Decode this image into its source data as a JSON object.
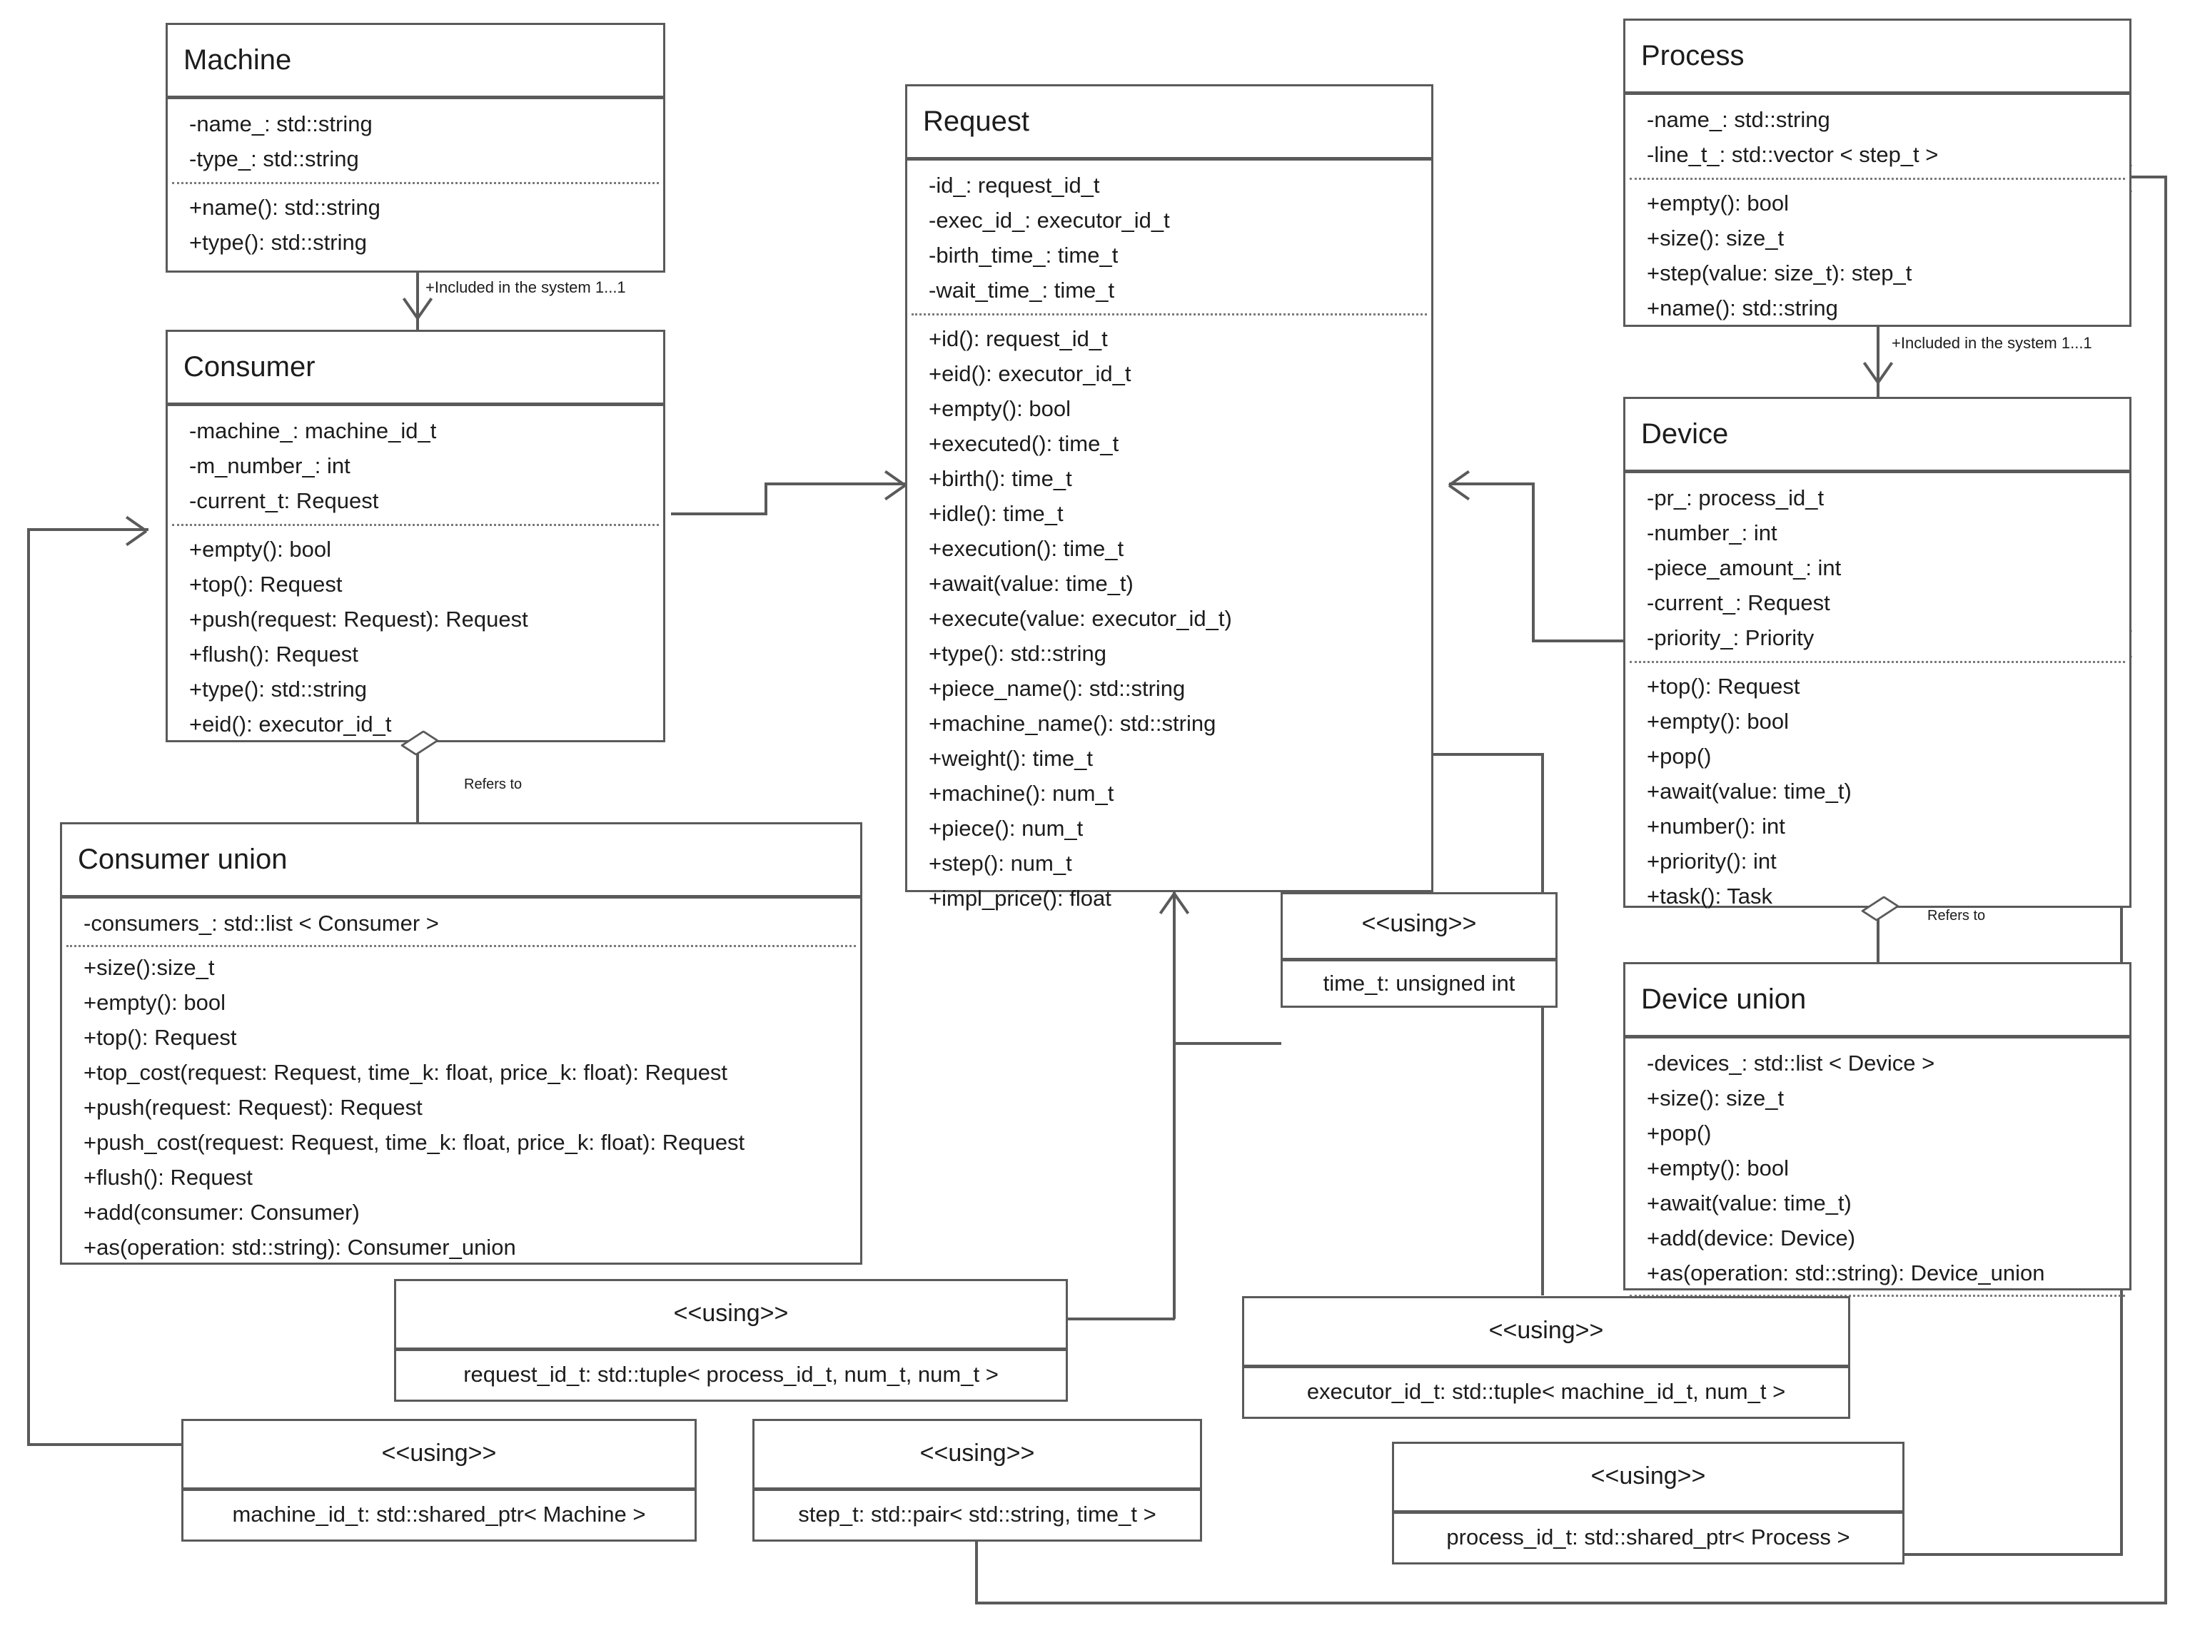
{
  "diagram": {
    "title": "UML Class Diagram",
    "stroke_color": "#5a5a5a",
    "text_color": "#1c1c1c",
    "background_color": "#ffffff"
  },
  "classes": {
    "machine": {
      "name": "Machine",
      "attributes": [
        "-name_: std::string",
        "-type_: std::string"
      ],
      "operations": [
        "+name(): std::string",
        "+type(): std::string"
      ]
    },
    "consumer": {
      "name": "Consumer",
      "attributes": [
        "-machine_: machine_id_t",
        "-m_number_: int",
        "-current_t: Request"
      ],
      "operations": [
        "+empty(): bool",
        "+top(): Request",
        "+push(request: Request): Request",
        "+flush(): Request",
        "+type(): std::string",
        "+eid(): executor_id_t"
      ]
    },
    "request": {
      "name": "Request",
      "attributes": [
        "-id_: request_id_t",
        "-exec_id_: executor_id_t",
        "-birth_time_: time_t",
        "-wait_time_: time_t"
      ],
      "operations": [
        "+id(): request_id_t",
        "+eid(): executor_id_t",
        "+empty(): bool",
        "+executed(): time_t",
        "+birth(): time_t",
        "+idle(): time_t",
        "+execution(): time_t",
        "+await(value: time_t)",
        "+execute(value: executor_id_t)",
        "+type(): std::string",
        "+piece_name(): std::string",
        "+machine_name(): std::string",
        "+weight(): time_t",
        "+machine(): num_t",
        "+piece(): num_t",
        "+step(): num_t",
        "+impl_price(): float"
      ]
    },
    "process": {
      "name": "Process",
      "attributes": [
        "-name_: std::string",
        "-line_t_: std::vector < step_t >"
      ],
      "operations": [
        "+empty(): bool",
        "+size(): size_t",
        "+step(value: size_t): step_t",
        "+name(): std::string"
      ]
    },
    "device": {
      "name": "Device",
      "attributes": [
        "-pr_: process_id_t",
        "-number_: int",
        "-piece_amount_: int",
        "-current_: Request",
        "-priority_: Priority"
      ],
      "operations": [
        "+top(): Request",
        "+empty(): bool",
        "+pop()",
        "+await(value: time_t)",
        "+number(): int",
        "+priority(): int",
        "+task(): Task"
      ]
    },
    "consumer_union": {
      "name": "Consumer union",
      "attributes": [
        "-consumers_: std::list < Consumer >"
      ],
      "operations": [
        "+size():size_t",
        "+empty(): bool",
        "+top(): Request",
        "+top_cost(request: Request, time_k: float, price_k: float): Request",
        "+push(request: Request): Request",
        "+push_cost(request: Request, time_k: float, price_k: float): Request",
        "+flush(): Request",
        "+add(consumer: Consumer)",
        "+as(operation: std::string): Consumer_union"
      ]
    },
    "device_union": {
      "name": "Device union",
      "rows": [
        "-devices_: std::list < Device >",
        "+size(): size_t",
        "+pop()",
        "+empty(): bool",
        "+await(value: time_t)",
        "+add(device: Device)",
        "+as(operation: std::string): Device_union"
      ]
    }
  },
  "using_types": {
    "time_t": {
      "stereotype": "<<using>>",
      "declaration": "time_t: unsigned int"
    },
    "request_id_t": {
      "stereotype": "<<using>>",
      "declaration": "request_id_t: std::tuple< process_id_t, num_t, num_t >"
    },
    "executor_id_t": {
      "stereotype": "<<using>>",
      "declaration": "executor_id_t: std::tuple< machine_id_t, num_t >"
    },
    "machine_id_t": {
      "stereotype": "<<using>>",
      "declaration": "machine_id_t: std::shared_ptr< Machine >"
    },
    "step_t": {
      "stereotype": "<<using>>",
      "declaration": "step_t: std::pair< std::string, time_t >"
    },
    "process_id_t": {
      "stereotype": "<<using>>",
      "declaration": "process_id_t: std::shared_ptr< Process >"
    }
  },
  "edge_labels": {
    "machine_consumer": "+Included in the system 1...1",
    "process_device": "+Included in the system 1...1",
    "consumer_refers": "Refers to",
    "device_refers": "Refers to"
  }
}
